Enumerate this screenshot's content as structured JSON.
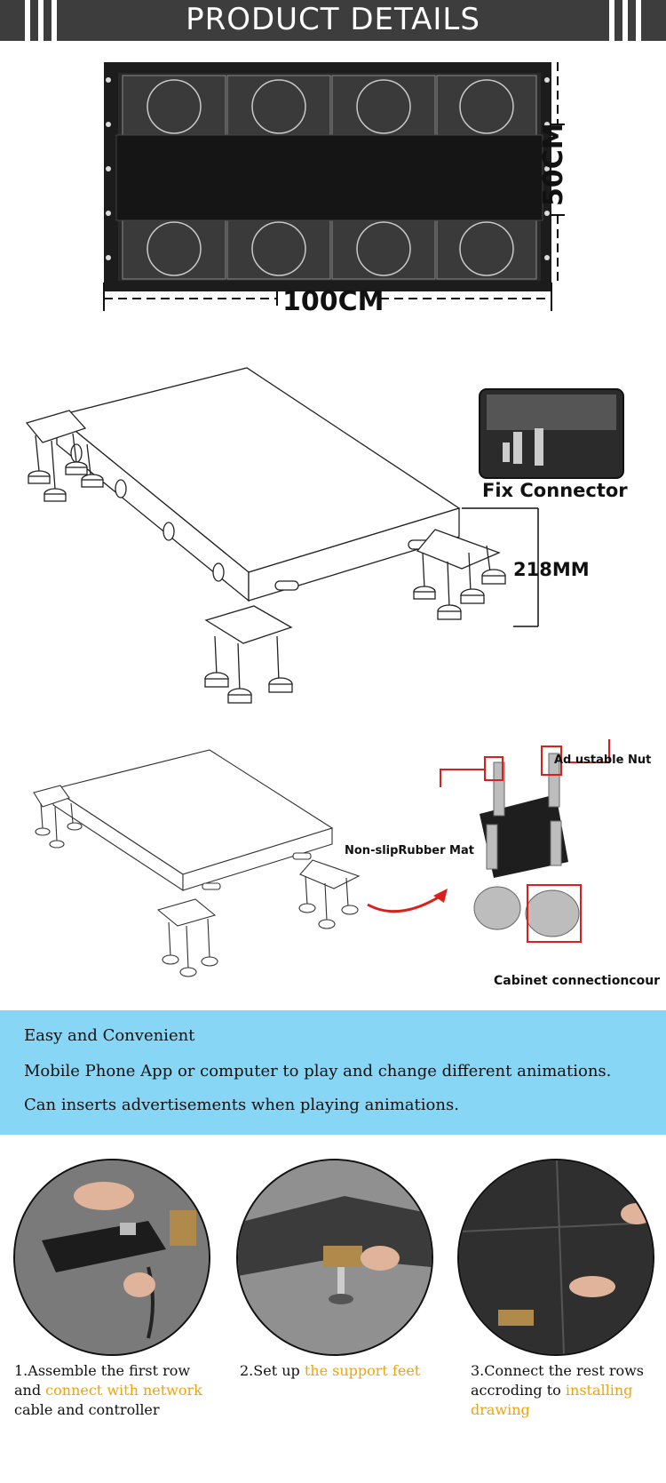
{
  "header": {
    "title": "PRODUCT DETAILS"
  },
  "section1": {
    "width_label": "100CM",
    "height_label": "50CM"
  },
  "section2": {
    "connector_label": "Fix Connector",
    "height_label": "218MM"
  },
  "section3": {
    "nut_label": "Ad ustable Nut",
    "mat_label": "Non-slipRubber Mat",
    "cabinet_label": "Cabinet connectioncour"
  },
  "features": {
    "line1": "Easy and Convenient",
    "line2": "Mobile Phone App or computer to play and change different animations.",
    "line3": "Can inserts advertisements when playing animations."
  },
  "steps": [
    {
      "plain1": "1.Assemble the first row",
      "plain2": "and ",
      "highlight": "connect with network",
      "plain3": "cable and controller"
    },
    {
      "plain1": "2.Set up ",
      "highlight": "the support feet"
    },
    {
      "plain1": "3.Connect the rest rows",
      "plain2": "accroding to ",
      "highlight": "installing",
      "highlight2": "drawing"
    }
  ],
  "colors": {
    "header_bg": "#3d3d3d",
    "band_bg": "#87d6f5",
    "highlight": "#f0a30a"
  }
}
